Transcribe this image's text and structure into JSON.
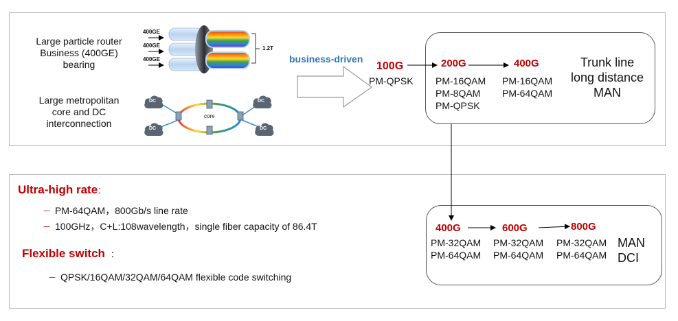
{
  "top_panel": {
    "router_label": [
      "Large particle router",
      "Business (400GE)",
      "bearing"
    ],
    "metro_label": [
      "Large metropolitan",
      "core and DC",
      "interconnection"
    ],
    "port_labels": [
      "400GE",
      "400GE",
      "400GE"
    ],
    "aggregate_label": "1.2T",
    "ring_label": "core",
    "dc_label": "DC",
    "arrow_label": "business-driven",
    "rate_100g": {
      "rate": "100G",
      "modulations": [
        "PM-QPSK"
      ]
    },
    "trunk_box": {
      "rates": [
        {
          "rate": "200G",
          "modulations": [
            "PM-16QAM",
            "PM-8QAM",
            "PM-QPSK"
          ]
        },
        {
          "rate": "400G",
          "modulations": [
            "PM-16QAM",
            "PM-64QAM"
          ]
        }
      ],
      "scenario": [
        "Trunk line",
        "long distance",
        "MAN"
      ]
    }
  },
  "bottom_panel": {
    "ultra_high_rate": {
      "title": "Ultra-high rate",
      "punct": "：",
      "bullets": [
        "PM-64QAM，800Gb/s line rate",
        "100GHz，C+L:108wavelength，single fiber capacity of 86.4T"
      ]
    },
    "flexible_switch": {
      "title": "Flexible switch",
      "punct": "：",
      "bullets": [
        "QPSK/16QAM/32QAM/64QAM flexible code switching"
      ]
    },
    "bullet_marker": "－",
    "man_box": {
      "rates": [
        {
          "rate": "400G",
          "modulations": [
            "PM-32QAM",
            "PM-64QAM"
          ]
        },
        {
          "rate": "600G",
          "modulations": [
            "PM-32QAM",
            "PM-64QAM"
          ]
        },
        {
          "rate": "800G",
          "modulations": [
            "PM-32QAM",
            "PM-64QAM"
          ]
        }
      ],
      "scenario": [
        "MAN",
        "DCI"
      ]
    }
  },
  "colors": {
    "rate_red": "#c00000",
    "arrow_blue": "#2e75b6",
    "bullet_red": "#c00000"
  }
}
